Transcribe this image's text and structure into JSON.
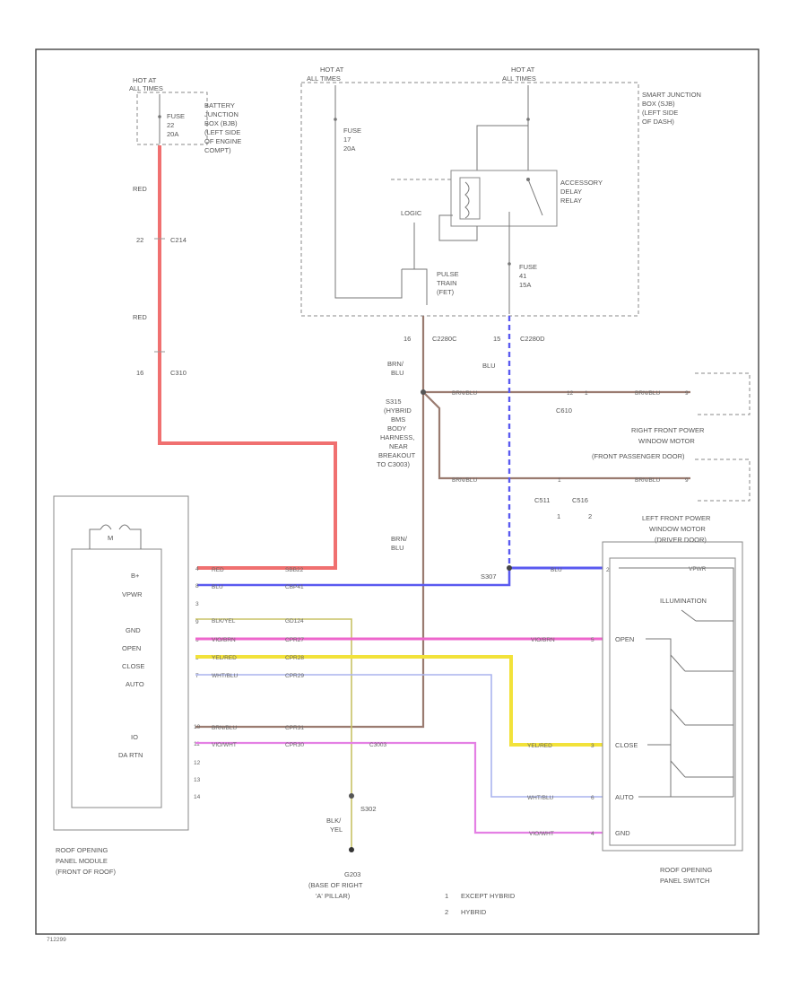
{
  "colors": {
    "red": "#f07070",
    "blue": "#5a5af0",
    "magenta": "#ee66cc",
    "yellow": "#f2e23a",
    "lightblue": "#aab4ee",
    "brown": "#9a7b70",
    "olive": "#c8c266",
    "pink": "#e480e4"
  },
  "top_left": {
    "hot_at": "HOT AT",
    "all_times": "ALL TIMES",
    "fuse_label": "FUSE",
    "fuse_num": "22",
    "fuse_amp": "20A",
    "bjb": [
      "BATTERY",
      "JUNCTION",
      "BOX (BJB)",
      "(LEFT SIDE",
      "OF ENGINE",
      "COMPT)"
    ]
  },
  "sjb": {
    "hot_at_1": "HOT AT",
    "all_times_1": "ALL TIMES",
    "hot_at_2": "HOT AT",
    "all_times_2": "ALL TIMES",
    "title": [
      "SMART JUNCTION",
      "BOX (SJB)",
      "(LEFT SIDE",
      "OF DASH)"
    ],
    "fuse17": [
      "FUSE",
      "17",
      "20A"
    ],
    "fuse41": [
      "FUSE",
      "41",
      "15A"
    ],
    "relay": [
      "ACCESSORY",
      "DELAY",
      "RELAY"
    ],
    "logic": "LOGIC",
    "pulse": [
      "PULSE",
      "TRAIN",
      "(FET)"
    ]
  },
  "wires_left": {
    "red_1": "RED",
    "c214_pin": "22",
    "c214": "C214",
    "red_2": "RED",
    "c310_pin": "16",
    "c310": "C310"
  },
  "center": {
    "pin16": "16",
    "c2280c": "C2280C",
    "pin15": "15",
    "c2280d": "C2280D",
    "brn_blu_1": [
      "BRN/",
      "BLU"
    ],
    "blu_1": "BLU",
    "s315": [
      "S315",
      "(HYBRID",
      "BMS",
      "BODY",
      "HARNESS,",
      "NEAR",
      "BREAKOUT",
      "TO C3003)"
    ],
    "brn_blu_2": [
      "BRN/",
      "BLU"
    ],
    "s307": "S307"
  },
  "right_mid": {
    "brn_blu_top": "BRN/BLU",
    "pin_top_1": "12",
    "pin_top_2": "1",
    "brn_blu_top_r": "BRN/BLU",
    "pin_top_3": "9",
    "c610": "C610",
    "rfp": [
      "RIGHT FRONT POWER",
      "WINDOW MOTOR",
      "(FRONT PASSENGER DOOR)"
    ],
    "brn_blu_bot": "BRN/BLU",
    "pin_bot_1": "1",
    "brn_blu_bot_r": "BRN/BLU",
    "pin_bot_2": "9",
    "c511": "C511",
    "c516": "C516",
    "note_1": "1",
    "note_2": "2",
    "lfp": [
      "LEFT FRONT POWER",
      "WINDOW MOTOR",
      "(DRIVER DOOR)"
    ]
  },
  "module": {
    "motor": "M",
    "pins": [
      "B+",
      "VPWR",
      "GND",
      "OPEN",
      "CLOSE",
      "AUTO",
      "IO",
      "DA RTN"
    ],
    "pin_nums": [
      "4",
      "8",
      "3",
      "9",
      "6",
      "5",
      "7",
      "10",
      "11",
      "12",
      "13",
      "14"
    ],
    "wire_colors": [
      "RED",
      "BLU",
      "BLK/YEL",
      "VIO/BRN",
      "YEL/RED",
      "WHT/BLU",
      "BRN/BLU",
      "VIO/WHT"
    ],
    "circuits": [
      "SBB22",
      "CBP41",
      "GD124",
      "CPR27",
      "CPR28",
      "CPR29",
      "CPR31",
      "CPR30"
    ],
    "c3003": "C3003",
    "title": [
      "ROOF OPENING",
      "PANEL MODULE",
      "(FRONT OF ROOF)"
    ]
  },
  "switch": {
    "blu": "BLU",
    "pin_b": "2",
    "illumination": "ILLUMINATION",
    "vio_brn": "VIO/BRN",
    "pin_open": "5",
    "open": "OPEN",
    "yel_red": "YEL/RED",
    "pin_close": "3",
    "close": "CLOSE",
    "wht_blu": "WHT/BLU",
    "pin_auto": "6",
    "auto": "AUTO",
    "vio_wht": "VIO/WHT",
    "pin_gnd": "4",
    "gnd": "GND",
    "title": [
      "ROOF OPENING",
      "PANEL SWITCH"
    ],
    "vpwr": "VPWR"
  },
  "ground": {
    "s302": "S302",
    "blk_yel": [
      "BLK/",
      "YEL"
    ],
    "g203": [
      "G203",
      "(BASE OF RIGHT",
      "'A' PILLAR)"
    ]
  },
  "notes": [
    {
      "num": "1",
      "text": "EXCEPT HYBRID"
    },
    {
      "num": "2",
      "text": "HYBRID"
    }
  ],
  "footer_code": "712299"
}
